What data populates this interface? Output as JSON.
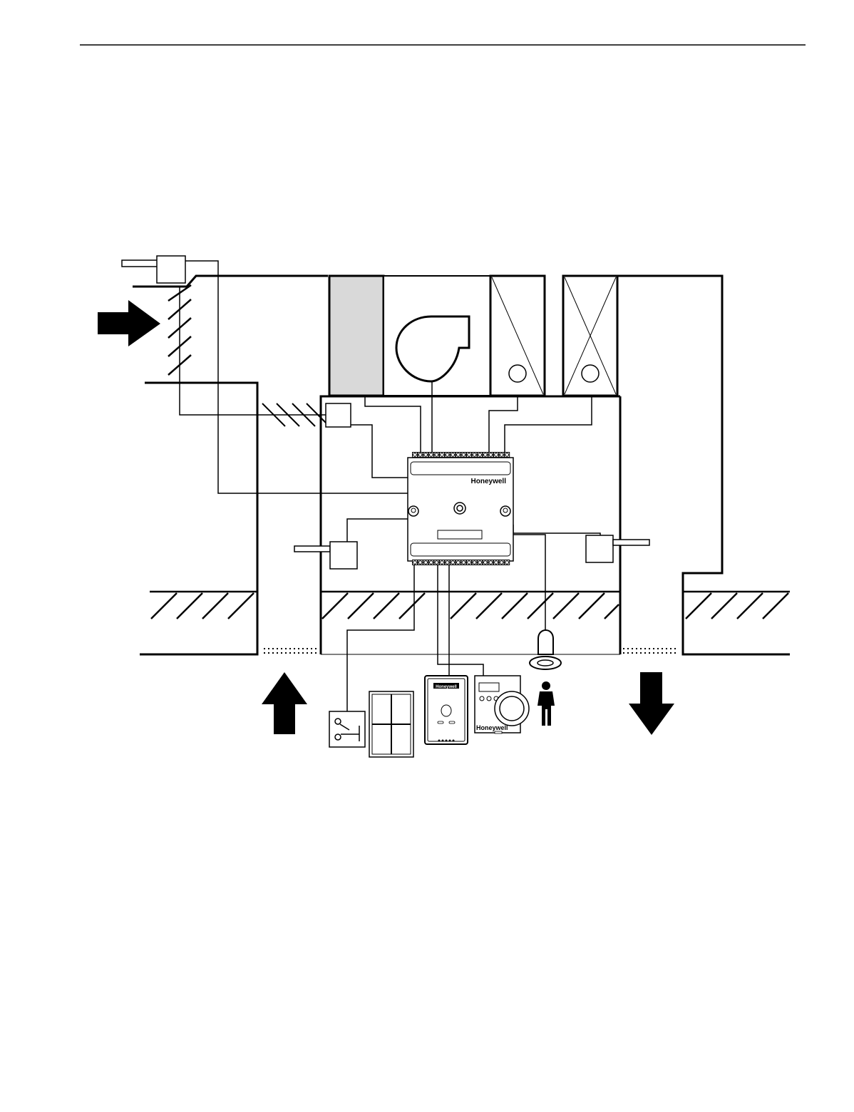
{
  "controller": {
    "brand_label": "Honeywell"
  },
  "wall_module": {
    "brand_label": "Honeywell"
  },
  "thermostat": {
    "brand_label": "Honeywell"
  },
  "colors": {
    "line": "#000000",
    "filter_fill": "#d9d9d9",
    "background": "#ffffff"
  },
  "icons": [
    "outdoor-air-arrow-icon",
    "return-air-arrow-icon",
    "supply-air-arrow-icon",
    "fan-icon",
    "occupant-icon",
    "occupancy-sensor-icon",
    "window-contact-icon",
    "window-icon"
  ]
}
